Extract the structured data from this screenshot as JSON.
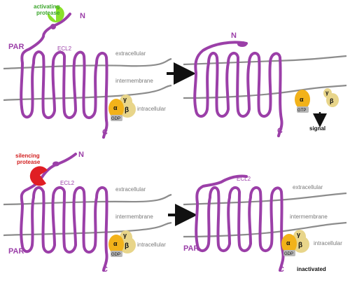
{
  "colors": {
    "helix": "#9b3fa8",
    "membrane": "#8c8c8c",
    "protease_activating": "#8ae02a",
    "protease_silencing": "#e01e24",
    "g_alpha": "#f2b21a",
    "g_beta_gamma": "#e8d58a",
    "nucleotide_tag": "#b8b8b8",
    "label_activating": "#3aa52a",
    "label_silencing": "#d21e1e",
    "label_membrane": "#7a7a7a",
    "text_dark": "#111111"
  },
  "panels": {
    "top_left": {
      "protease": "activating\nprotease",
      "n_label": "N",
      "par_label": "PAR",
      "ecl2_label": "ECL2",
      "extracellular": "extracellular",
      "intermembrane": "intermembrane",
      "intracellular": "intracellular",
      "alpha": "α",
      "beta": "β",
      "gamma": "γ",
      "nucleotide": "GDP",
      "c_label": "C"
    },
    "top_right": {
      "n_label": "N",
      "alpha": "α",
      "beta": "β",
      "gamma": "γ",
      "nucleotide": "GTP",
      "c_label": "C",
      "signal": "signal"
    },
    "bottom_left": {
      "protease": "silencing\nprotease",
      "n_label": "N",
      "par_label": "PAR",
      "ecl2_label": "ECL2",
      "extracellular": "extracellular",
      "intermembrane": "intermembrane",
      "intracellular": "intracellular",
      "alpha": "α",
      "beta": "β",
      "gamma": "γ",
      "nucleotide": "GDP",
      "c_label": "C"
    },
    "bottom_right": {
      "par_label": "PAR",
      "ecl2_label": "ECL2",
      "extracellular": "extracellular",
      "intermembrane": "intermembrane",
      "intracellular": "intracellular",
      "alpha": "α",
      "beta": "β",
      "gamma": "γ",
      "nucleotide": "GDP",
      "c_label": "C",
      "status": "inactivated"
    }
  }
}
